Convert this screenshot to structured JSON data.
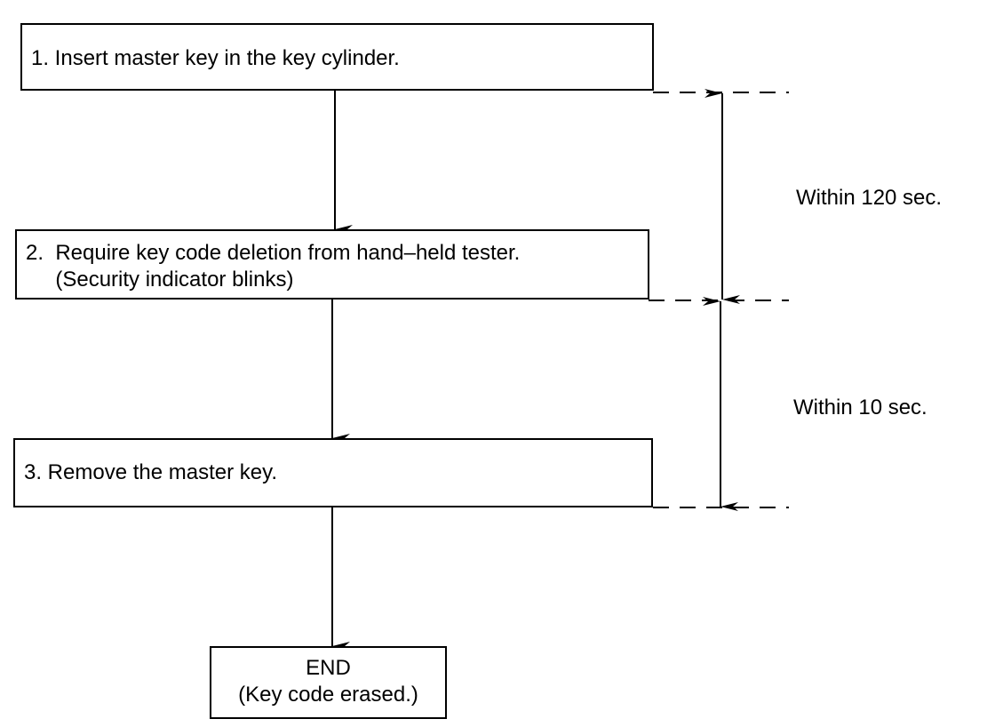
{
  "steps": [
    {
      "lines": [
        "1.  Insert master key in the key cylinder."
      ]
    },
    {
      "lines": [
        "2.  Require key code deletion from hand–held tester.",
        "     (Security indicator blinks)"
      ]
    },
    {
      "lines": [
        "3.  Remove the master key."
      ]
    }
  ],
  "end": {
    "title": "END",
    "subtitle": "(Key code erased.)"
  },
  "timing": {
    "first": "Within 120 sec.",
    "second": "Within 10 sec."
  }
}
